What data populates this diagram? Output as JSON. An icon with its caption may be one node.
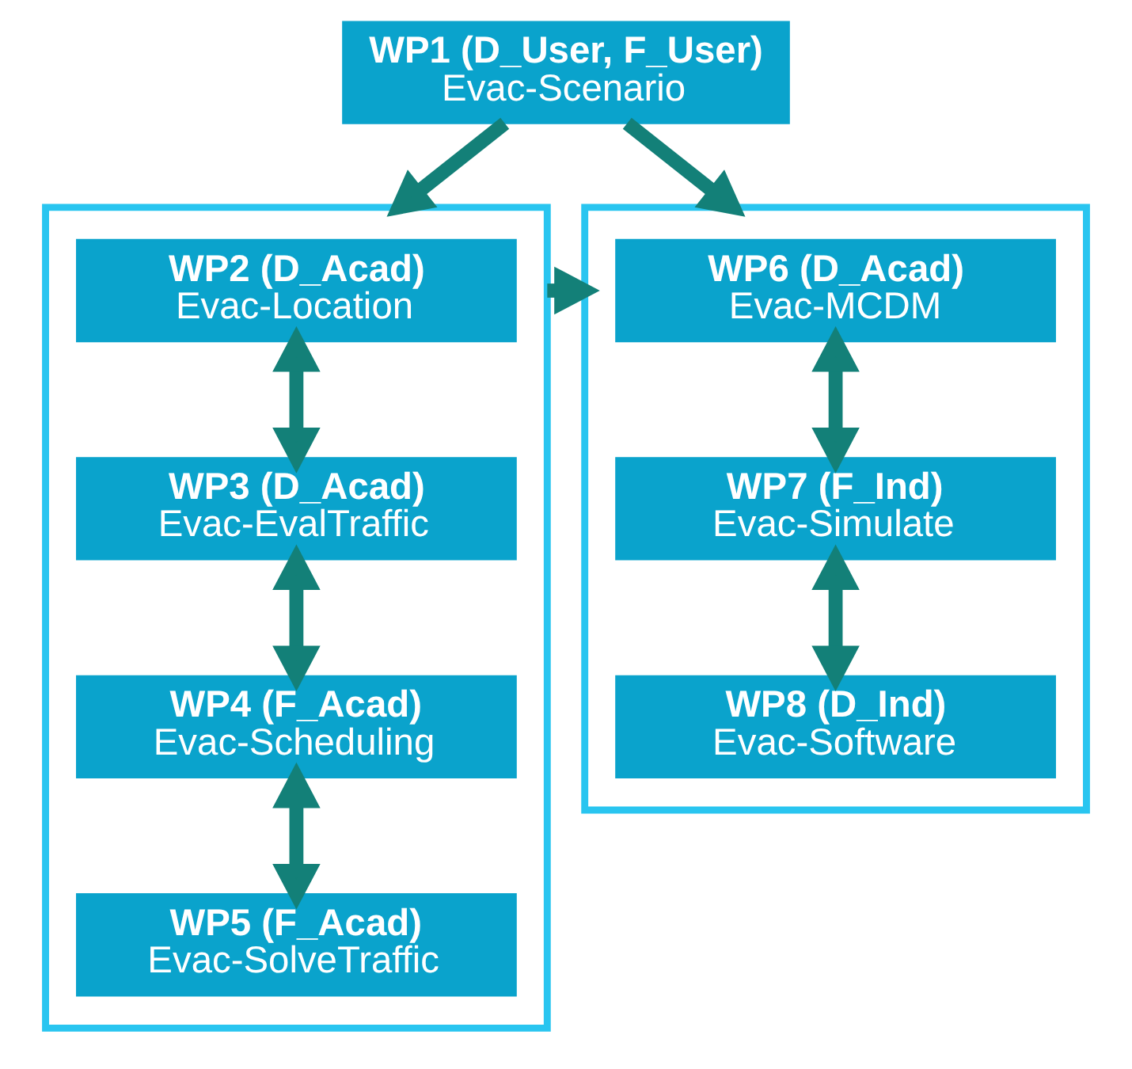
{
  "diagram": {
    "nodes": [
      {
        "text": [
          "WP1 (D_User, F_User)",
          "Evac-Scenario"
        ]
      },
      {
        "text": [],
        "shape": "box"
      },
      {
        "text": [
          "WP2 (D_Acad)",
          "Evac-Location"
        ],
        "in": 1
      },
      {
        "text": [
          "WP3 (D_Acad)",
          "Evac-EvalTraffic"
        ],
        "in": 1
      },
      {
        "text": [
          "WP4 (F_Acad)",
          "Evac-Scheduling"
        ],
        "in": 1
      },
      {
        "text": [
          "WP5 (F_Acad)",
          "Evac-SolveTraffic"
        ],
        "in": 1
      },
      {
        "text": [],
        "shape": "box"
      },
      {
        "text": [
          "WP6 (D_Acad)",
          "Evac-MCDM"
        ],
        "in": 6
      },
      {
        "text": [
          "WP7 (F_Ind)",
          "Evac-Simulate"
        ],
        "in": 6
      },
      {
        "text": [
          "WP8 (D_Ind)",
          "Evac-Software"
        ],
        "in": 6
      }
    ],
    "edges": [
      {
        "from": 0,
        "to": 1,
        "arrow": "to"
      },
      {
        "from": 0,
        "to": 6,
        "arrow": "to"
      },
      {
        "from": 2,
        "to": 3,
        "arrow": "both"
      },
      {
        "from": 3,
        "to": 4,
        "arrow": "both"
      },
      {
        "from": 4,
        "to": 5,
        "arrow": "both"
      },
      {
        "from": 1,
        "to": 6,
        "arrow": "to"
      },
      {
        "from": 7,
        "to": 8,
        "arrow": "both"
      },
      {
        "from": 8,
        "to": 9,
        "arrow": "both"
      }
    ]
  }
}
